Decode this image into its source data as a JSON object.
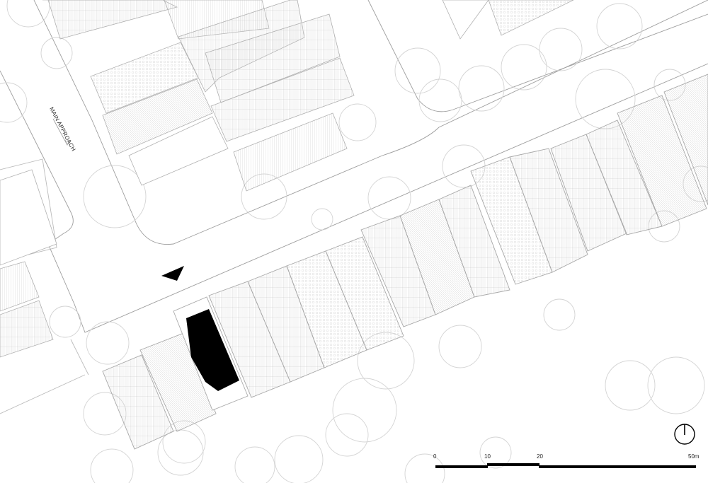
{
  "drawing": {
    "type": "site plan",
    "background": "#ffffff",
    "line_color": "#b8b8b8",
    "road_line_color": "#9a9a9a",
    "highlight_building_color": "#000000"
  },
  "labels": {
    "main_approach": "MAIN APPROACH"
  },
  "scale_bar": {
    "ticks": [
      "0",
      "10",
      "20",
      "50m"
    ],
    "unit": "m"
  },
  "north_arrow": {
    "symbol": "north-arrow"
  },
  "entrance_marker": {
    "symbol": "entrance-triangle"
  }
}
